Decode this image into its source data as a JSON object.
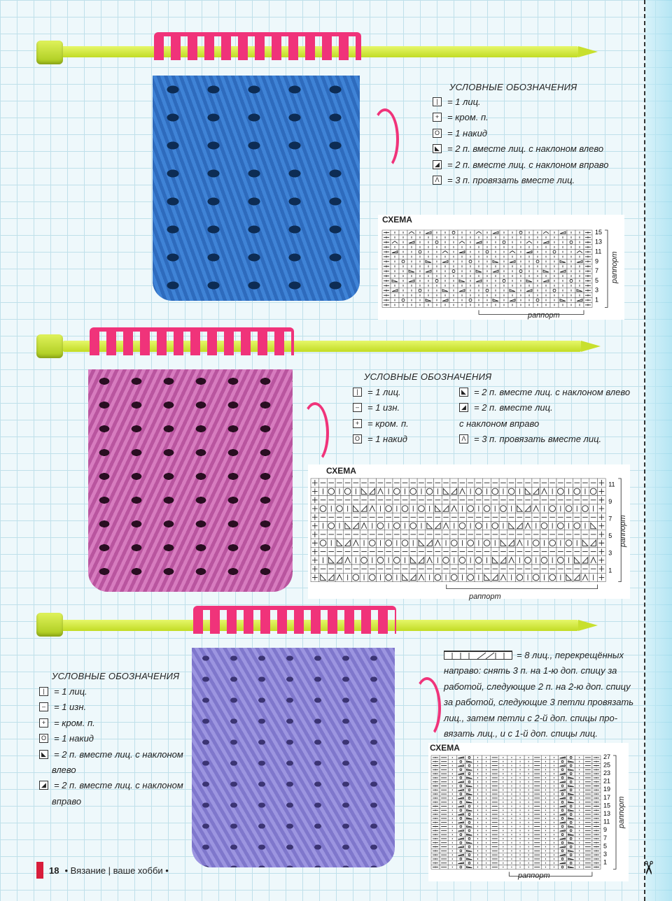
{
  "footer": {
    "page": "18",
    "text": "• Вязание | ваше хобби •"
  },
  "section1": {
    "legend_title": "УСЛОВНЫЕ ОБОЗНАЧЕНИЯ",
    "legend": [
      {
        "sym": "|",
        "text": "= 1 лиц."
      },
      {
        "sym": "+",
        "text": "= кром. п."
      },
      {
        "sym": "O",
        "text": "= 1 накид"
      },
      {
        "sym": "◣",
        "text": "= 2 п. вместе лиц. с наклоном влево"
      },
      {
        "sym": "◢",
        "text": "= 2 п. вместе лиц. с наклоном вправо"
      },
      {
        "sym": "Λ",
        "text": "= 3 п. провязать вместе лиц."
      }
    ],
    "chart_title": "СХЕМА",
    "rapport": "раппорт",
    "row_numbers": [
      "15",
      "13",
      "11",
      "9",
      "7",
      "5",
      "3",
      "1"
    ]
  },
  "section2": {
    "legend_title": "УСЛОВНЫЕ ОБОЗНАЧЕНИЯ",
    "legend_left": [
      {
        "sym": "|",
        "text": "= 1 лиц."
      },
      {
        "sym": "–",
        "text": "= 1 изн."
      },
      {
        "sym": "+",
        "text": "= кром. п."
      },
      {
        "sym": "O",
        "text": "= 1 накид"
      }
    ],
    "legend_right": [
      {
        "sym": "◣",
        "text": "= 2 п. вместе лиц. с наклоном влево"
      },
      {
        "sym": "◢",
        "text": "= 2 п. вместе лиц."
      },
      {
        "sym": "",
        "text": "с наклоном вправо"
      },
      {
        "sym": "Λ",
        "text": "= 3 п. провязать вместе лиц."
      }
    ],
    "chart_title": "СХЕМА",
    "rapport": "раппорт",
    "row_numbers": [
      "11",
      "9",
      "7",
      "5",
      "3",
      "1"
    ]
  },
  "section3": {
    "legend_title": "УСЛОВНЫЕ ОБОЗНАЧЕНИЯ",
    "legend": [
      {
        "sym": "|",
        "text": "= 1 лиц."
      },
      {
        "sym": "–",
        "text": "= 1 изн."
      },
      {
        "sym": "+",
        "text": "= кром. п."
      },
      {
        "sym": "O",
        "text": "= 1 накид"
      },
      {
        "sym": "◣",
        "text": "= 2 п. вместе лиц. с наклоном"
      },
      {
        "sym": "",
        "text": "влево"
      },
      {
        "sym": "◢",
        "text": "= 2 п. вместе лиц. с наклоном"
      },
      {
        "sym": "",
        "text": "вправо"
      }
    ],
    "cable_lines": [
      "= 8 лиц., перекрещённых",
      "направо: снять 3 п. на 1-ю доп. спицу за",
      "работой, следующие 2 п. на 2-ю доп. спицу",
      "за работой, следующие 3 петли провязать",
      "лиц., затем петли с 2-й доп. спицы про-",
      "вязать лиц., и с 1-й доп. спицы лиц."
    ],
    "chart_title": "СХЕМА",
    "rapport": "раппорт",
    "row_numbers": [
      "27",
      "25",
      "23",
      "21",
      "19",
      "17",
      "15",
      "13",
      "11",
      "9",
      "7",
      "5",
      "3",
      "1"
    ]
  }
}
